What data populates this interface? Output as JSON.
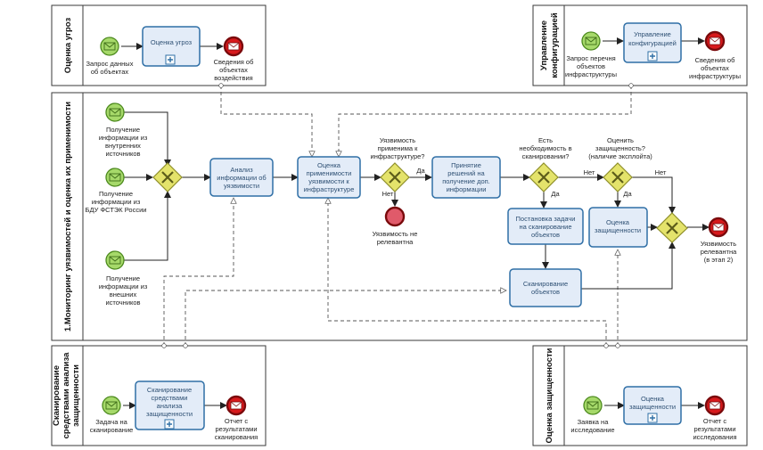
{
  "pools": {
    "threat": "Оценка угроз",
    "config": [
      "Управление",
      "конфигурацией"
    ],
    "main": "1.Мониторинг уязвимостей и оценка их применимости",
    "scan": [
      "Сканирование",
      "средствами анализа",
      "защищенности"
    ],
    "sec": "Оценка защищенности"
  },
  "tasks": {
    "threat": "Оценка угроз",
    "config": [
      "Управление",
      "конфигурацией"
    ],
    "analysis": [
      "Анализ",
      "информации об",
      "уязвимости"
    ],
    "applicability": [
      "Оценка",
      "применимости",
      "уязвимости к",
      "инфраструктуре"
    ],
    "decision": [
      "Принятие",
      "решений на",
      "получение доп.",
      "информации"
    ],
    "scan_task": [
      "Постановка задачи",
      "на сканирование",
      "объектов"
    ],
    "scan_objects": [
      "Сканирование",
      "объектов"
    ],
    "sec_eval": [
      "Оценка",
      "защищенности"
    ],
    "scan_sub": [
      "Сканирование",
      "средствами",
      "анализа",
      "защищенности"
    ],
    "sec_sub": [
      "Оценка",
      "защищенности"
    ]
  },
  "events": {
    "threat_start": [
      "Запрос данных",
      "об объектах"
    ],
    "threat_end": [
      "Сведения об",
      "объектах",
      "воздействия"
    ],
    "config_start": [
      "Запрос перечня",
      "объектов",
      "инфраструктуры"
    ],
    "config_end": [
      "Сведения об",
      "объектах",
      "инфраструктуры"
    ],
    "src_internal": [
      "Получение",
      "информации из",
      "внутренних",
      "источников"
    ],
    "src_bdu": [
      "Получение",
      "информации из",
      "БДУ ФСТЭК России"
    ],
    "src_external": [
      "Получение",
      "информации из",
      "внешних",
      "источников"
    ],
    "not_relevant": [
      "Уязвимость не",
      "релевантна"
    ],
    "relevant": [
      "Уязвимость",
      "релевантна",
      "(в этап 2)"
    ],
    "scan_start": [
      "Задача на",
      "сканирование"
    ],
    "scan_end": [
      "Отчет с",
      "результатами",
      "сканирования"
    ],
    "sec_start": [
      "Заявка на",
      "исследование"
    ],
    "sec_end": [
      "Отчет с",
      "результатами",
      "исследования"
    ]
  },
  "gateways": {
    "applicable": [
      "Уязвимость",
      "применима к",
      "инфраструктуре?"
    ],
    "need_scan": [
      "Есть",
      "необходимость в",
      "сканировании?"
    ],
    "assess": [
      "Оценить",
      "защищенность?",
      "(наличие эксплойта)"
    ]
  },
  "flows": {
    "yes": "Да",
    "no": "Нет"
  },
  "colors": {
    "task_fill": "#e3ecf8",
    "task_stroke": "#2f6fa6",
    "start": "#a6d96a",
    "end": "#d7191c",
    "gateway": "#e4e36b"
  }
}
